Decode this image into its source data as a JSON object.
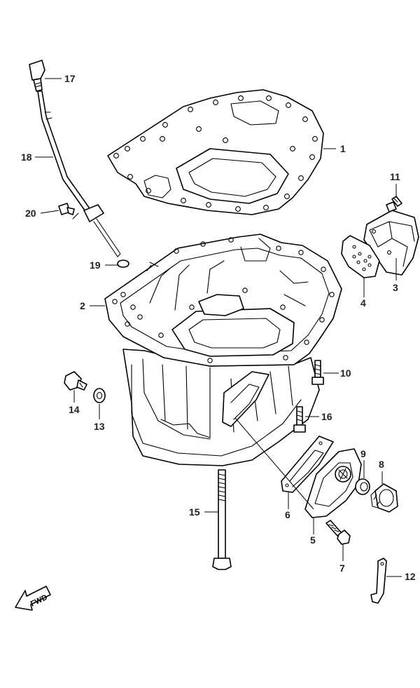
{
  "diagram": {
    "callouts": [
      {
        "id": "1",
        "label": "1"
      },
      {
        "id": "2",
        "label": "2"
      },
      {
        "id": "3",
        "label": "3"
      },
      {
        "id": "4",
        "label": "4"
      },
      {
        "id": "5",
        "label": "5"
      },
      {
        "id": "6",
        "label": "6"
      },
      {
        "id": "7",
        "label": "7"
      },
      {
        "id": "8",
        "label": "8"
      },
      {
        "id": "9",
        "label": "9"
      },
      {
        "id": "10",
        "label": "10"
      },
      {
        "id": "11",
        "label": "11"
      },
      {
        "id": "12",
        "label": "12"
      },
      {
        "id": "13",
        "label": "13"
      },
      {
        "id": "14",
        "label": "14"
      },
      {
        "id": "15",
        "label": "15"
      },
      {
        "id": "16",
        "label": "16"
      },
      {
        "id": "17",
        "label": "17"
      },
      {
        "id": "18",
        "label": "18"
      },
      {
        "id": "19",
        "label": "19"
      },
      {
        "id": "20",
        "label": "20"
      }
    ],
    "direction_indicator": {
      "label": "FWD",
      "icon": "forward-arrow-icon"
    }
  }
}
